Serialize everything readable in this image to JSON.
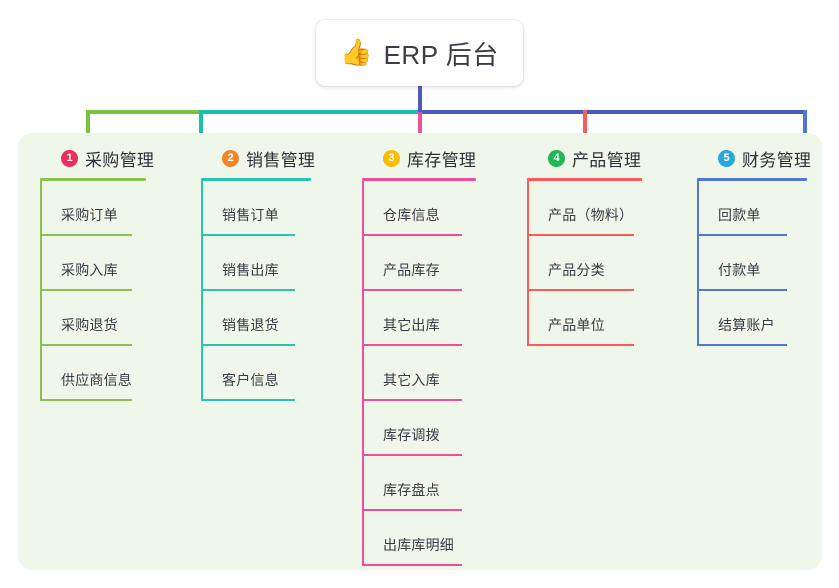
{
  "root": {
    "icon": "thumbs-up-icon",
    "icon_glyph": "👍",
    "title": "ERP 后台"
  },
  "colors": {
    "canvas_bg": "#ffffff",
    "panel_bg": "#eef7e9",
    "stem_blue": "#4a5bc0",
    "bus_green": "#7cc242",
    "bus_teal": "#17c3a8",
    "bus_blue": "#4a5bc0",
    "text": "#3a3a44"
  },
  "columns": [
    {
      "index": "1",
      "title": "采购管理",
      "badge_color": "#ea2f58",
      "line_color": "#8cc152",
      "stub_color": "#7cc242",
      "items": [
        "采购订单",
        "采购入库",
        "采购退货",
        "供应商信息"
      ]
    },
    {
      "index": "2",
      "title": "销售管理",
      "badge_color": "#f2852a",
      "line_color": "#2bc4ad",
      "stub_color": "#17c3a8",
      "items": [
        "销售订单",
        "销售出库",
        "销售退货",
        "客户信息"
      ]
    },
    {
      "index": "3",
      "title": "库存管理",
      "badge_color": "#fbbc05",
      "line_color": "#ec4f9c",
      "stub_color": "#ec4f9c",
      "items": [
        "仓库信息",
        "产品库存",
        "其它出库",
        "其它入库",
        "库存调拨",
        "库存盘点",
        "出库库明细"
      ]
    },
    {
      "index": "4",
      "title": "产品管理",
      "badge_color": "#1eb954",
      "line_color": "#fa5a5a",
      "stub_color": "#fa5a5a",
      "items": [
        "产品（物料）",
        "产品分类",
        "产品单位"
      ]
    },
    {
      "index": "5",
      "title": "财务管理",
      "badge_color": "#29a8e0",
      "line_color": "#5076d6",
      "stub_color": "#5076d6",
      "items": [
        "回款单",
        "付款单",
        "结算账户"
      ]
    }
  ]
}
